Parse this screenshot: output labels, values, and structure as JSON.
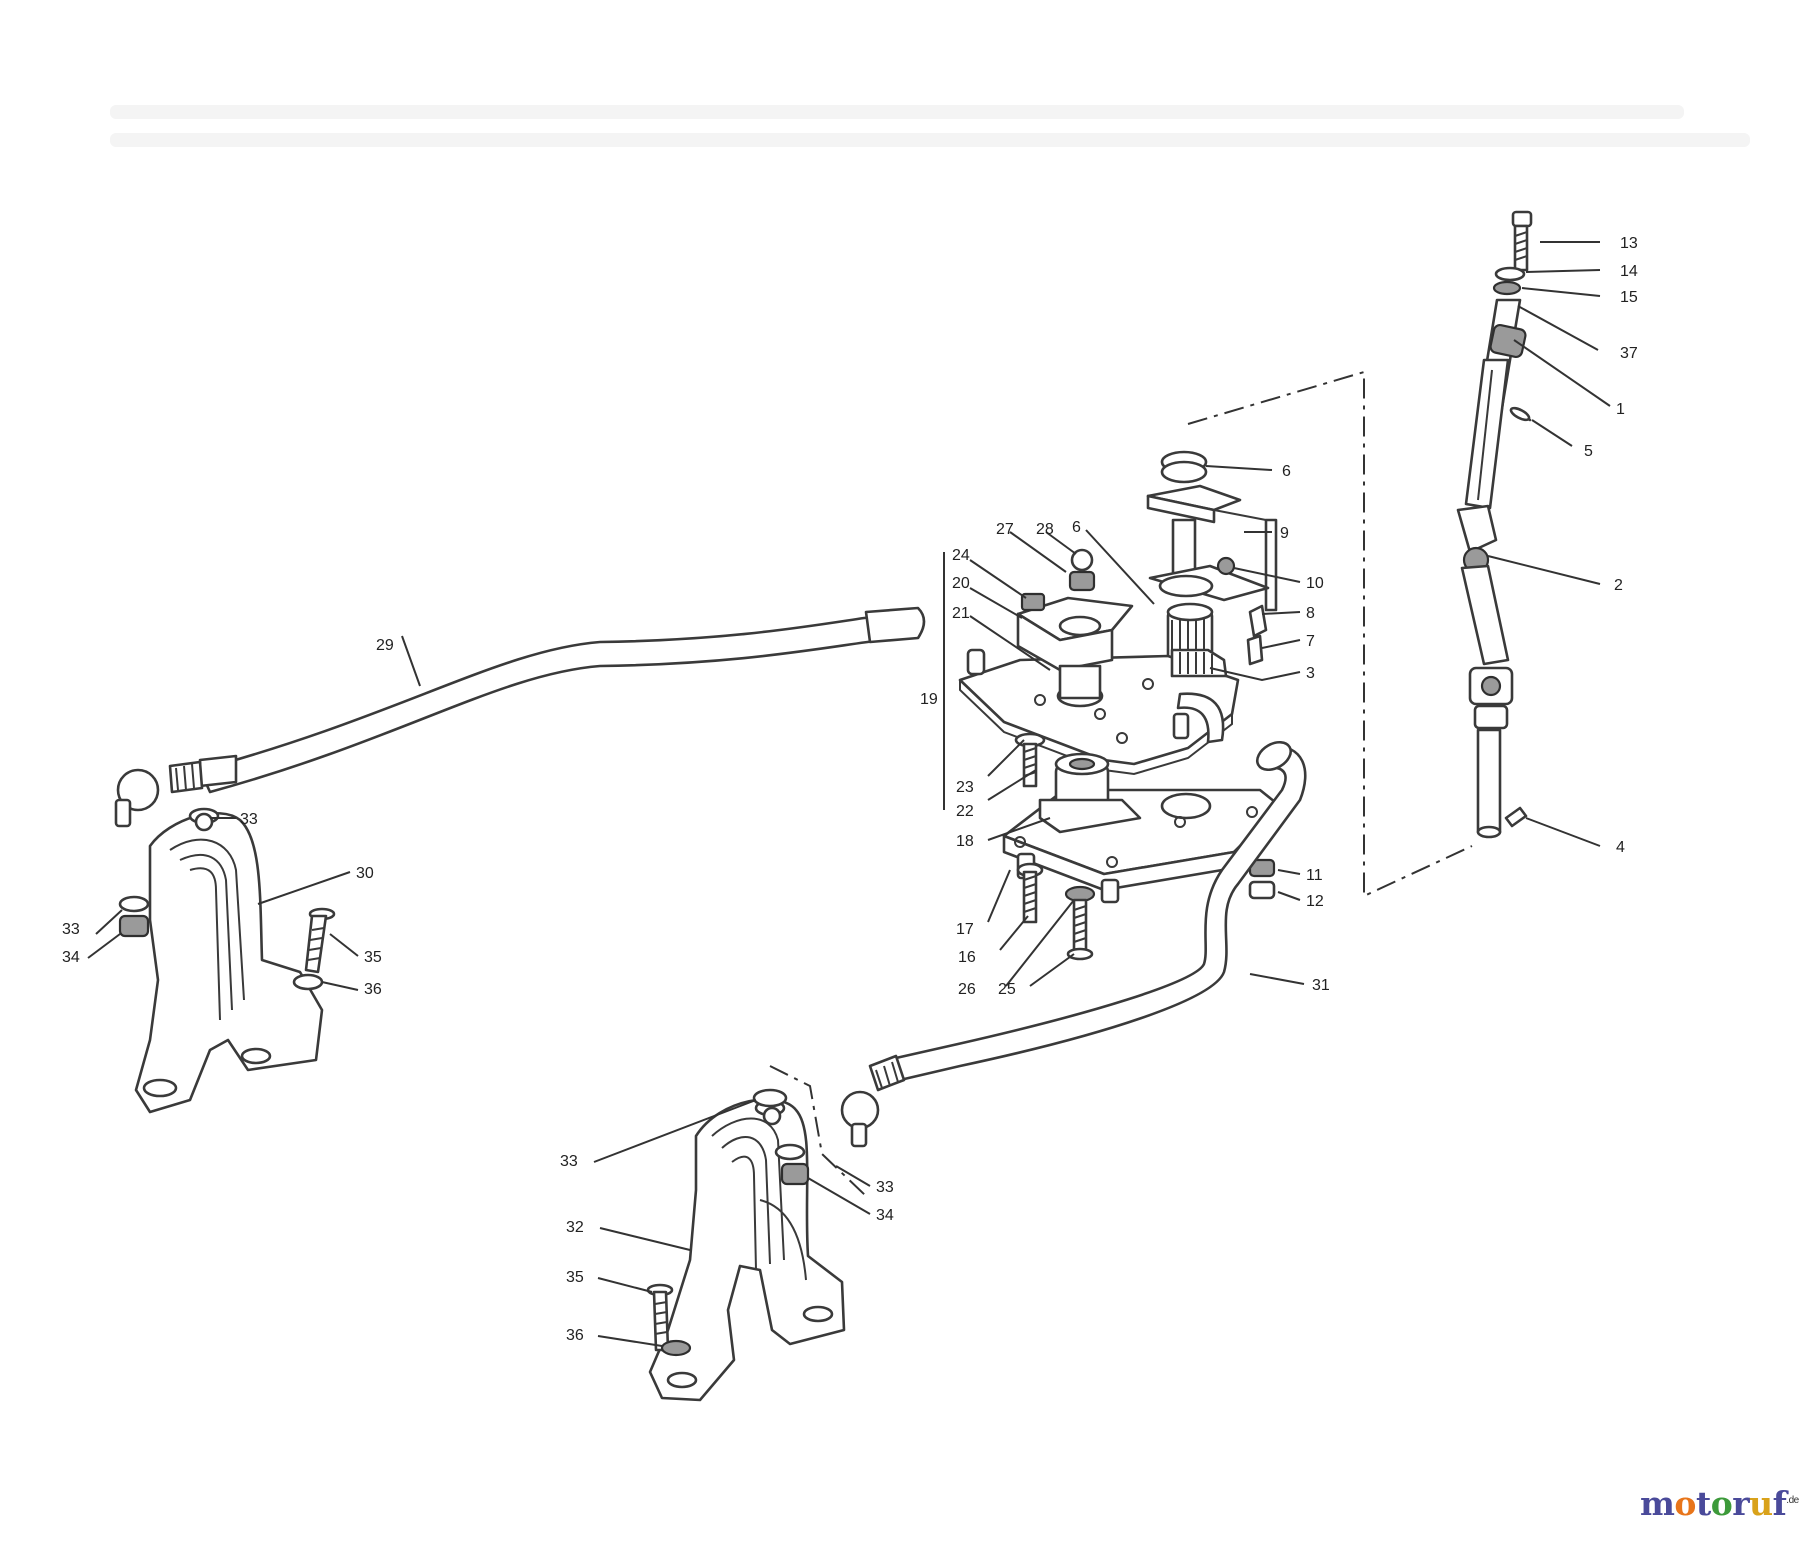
{
  "brand": {
    "parts": [
      {
        "text": "m",
        "color": "#4a4a9a"
      },
      {
        "text": "o",
        "color": "#e8751a"
      },
      {
        "text": "t",
        "color": "#4a4a9a"
      },
      {
        "text": "o",
        "color": "#3d9a3a"
      },
      {
        "text": "r",
        "color": "#4a4a9a"
      },
      {
        "text": "u",
        "color": "#d9a21a"
      },
      {
        "text": "f",
        "color": "#4a4a9a"
      }
    ],
    "suffix": ".de"
  },
  "callouts": [
    {
      "id": "c13",
      "text": "13"
    },
    {
      "id": "c14",
      "text": "14"
    },
    {
      "id": "c15",
      "text": "15"
    },
    {
      "id": "c37",
      "text": "37"
    },
    {
      "id": "c1",
      "text": "1"
    },
    {
      "id": "c5",
      "text": "5"
    },
    {
      "id": "c6a",
      "text": "6"
    },
    {
      "id": "c9",
      "text": "9"
    },
    {
      "id": "c27",
      "text": "27"
    },
    {
      "id": "c28",
      "text": "28"
    },
    {
      "id": "c6b",
      "text": "6"
    },
    {
      "id": "c24",
      "text": "24"
    },
    {
      "id": "c20",
      "text": "20"
    },
    {
      "id": "c10",
      "text": "10"
    },
    {
      "id": "c8",
      "text": "8"
    },
    {
      "id": "c7",
      "text": "7"
    },
    {
      "id": "c21",
      "text": "21"
    },
    {
      "id": "c3",
      "text": "3"
    },
    {
      "id": "c2",
      "text": "2"
    },
    {
      "id": "c19",
      "text": "19"
    },
    {
      "id": "c29",
      "text": "29"
    },
    {
      "id": "c23",
      "text": "23"
    },
    {
      "id": "c22",
      "text": "22"
    },
    {
      "id": "c18",
      "text": "18"
    },
    {
      "id": "c4",
      "text": "4"
    },
    {
      "id": "c11",
      "text": "11"
    },
    {
      "id": "c12",
      "text": "12"
    },
    {
      "id": "c17",
      "text": "17"
    },
    {
      "id": "c16",
      "text": "16"
    },
    {
      "id": "c26",
      "text": "26"
    },
    {
      "id": "c25",
      "text": "25"
    },
    {
      "id": "c31",
      "text": "31"
    },
    {
      "id": "c33a",
      "text": "33"
    },
    {
      "id": "c30",
      "text": "30"
    },
    {
      "id": "c33b",
      "text": "33"
    },
    {
      "id": "c34a",
      "text": "34"
    },
    {
      "id": "c35a",
      "text": "35"
    },
    {
      "id": "c36a",
      "text": "36"
    },
    {
      "id": "c33c",
      "text": "33"
    },
    {
      "id": "c33d",
      "text": "33"
    },
    {
      "id": "c34b",
      "text": "34"
    },
    {
      "id": "c32",
      "text": "32"
    },
    {
      "id": "c35b",
      "text": "35"
    },
    {
      "id": "c36b",
      "text": "36"
    }
  ]
}
